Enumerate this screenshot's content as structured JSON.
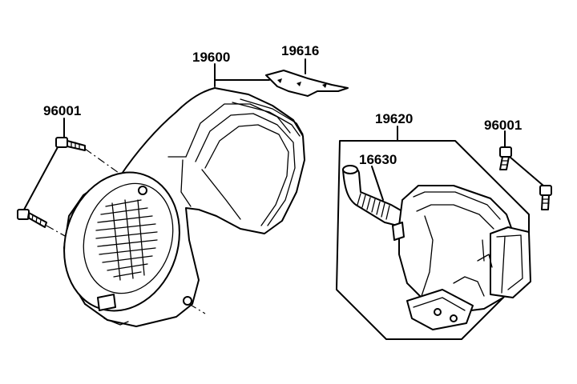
{
  "labels": {
    "cover": "19600",
    "plate": "19616",
    "bolt_left": "96001",
    "duct_kit": "19620",
    "hose": "16630",
    "bolt_right": "96001"
  }
}
